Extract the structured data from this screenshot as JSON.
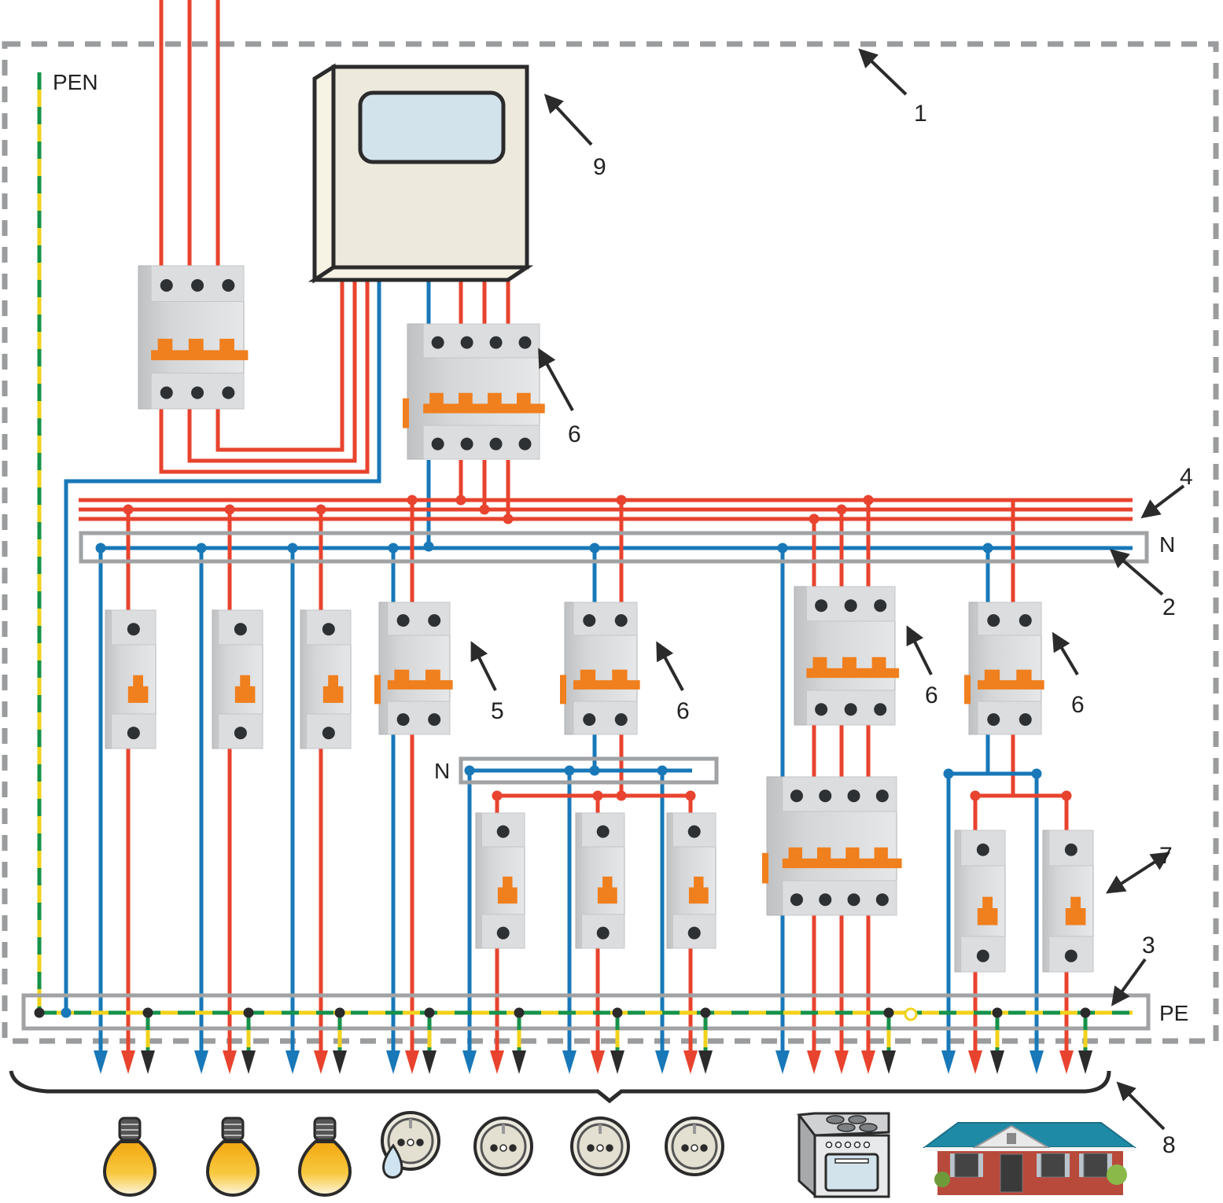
{
  "diagram": {
    "title": "Three-phase distribution board wiring with PEN split into N and PE",
    "labels": {
      "pen": "PEN",
      "n_bus_main": "N",
      "n_bus_sub": "N",
      "pe_bus": "PE"
    },
    "callouts": [
      {
        "id": "1",
        "text": "1",
        "target": "enclosure-border"
      },
      {
        "id": "2",
        "text": "2",
        "target": "neutral-bus-main"
      },
      {
        "id": "3",
        "text": "3",
        "target": "pe-bus"
      },
      {
        "id": "4",
        "text": "4",
        "target": "phase-busbars"
      },
      {
        "id": "5",
        "text": "5",
        "target": "rcd-2pole-socket"
      },
      {
        "id": "6a",
        "text": "6",
        "target": "rcd-4pole-main"
      },
      {
        "id": "6b",
        "text": "6",
        "target": "rcd-2pole-sockets-group"
      },
      {
        "id": "6c",
        "text": "6",
        "target": "rcd-3pole-stove"
      },
      {
        "id": "6d",
        "text": "6",
        "target": "rcd-2pole-house"
      },
      {
        "id": "7",
        "text": "7",
        "target": "mcb-1pole-house"
      },
      {
        "id": "8",
        "text": "8",
        "target": "loads-brace"
      },
      {
        "id": "9",
        "text": "9",
        "target": "energy-meter"
      }
    ],
    "colors": {
      "phase": "#e8432e",
      "neutral": "#1878b8",
      "pe_yellow": "#f2d21b",
      "pe_green": "#15924a",
      "bus_grey": "#a0a2a4",
      "breaker_body": "#d9dadb",
      "breaker_handle": "#f07f1e",
      "meter_body": "#ede9dc",
      "meter_window": "#d3e3ec",
      "enclosure_dash": "#9a9c9e",
      "roof": "#1f8aa6",
      "brick": "#b84a3c",
      "bulb": "#f6b91c"
    },
    "devices": [
      {
        "id": "main-breaker",
        "type": "MCB 3-pole"
      },
      {
        "id": "energy-meter",
        "type": "Electricity meter"
      },
      {
        "id": "rcd-main",
        "type": "RCD 4-pole"
      },
      {
        "id": "mcb-light-1",
        "type": "MCB 1-pole"
      },
      {
        "id": "mcb-light-2",
        "type": "MCB 1-pole"
      },
      {
        "id": "mcb-light-3",
        "type": "MCB 1-pole"
      },
      {
        "id": "rcd-bath",
        "type": "RCD 2-pole"
      },
      {
        "id": "rcd-sockets",
        "type": "RCD 2-pole"
      },
      {
        "id": "mcb-socket-1",
        "type": "MCB 1-pole"
      },
      {
        "id": "mcb-socket-2",
        "type": "MCB 1-pole"
      },
      {
        "id": "mcb-socket-3",
        "type": "MCB 1-pole"
      },
      {
        "id": "rcd-stove",
        "type": "RCD 3-pole"
      },
      {
        "id": "mcb-stove",
        "type": "MCB 4-pole"
      },
      {
        "id": "rcd-house",
        "type": "RCD 2-pole"
      },
      {
        "id": "mcb-house-1",
        "type": "MCB 1-pole"
      },
      {
        "id": "mcb-house-2",
        "type": "MCB 1-pole"
      }
    ],
    "loads": [
      {
        "id": "lamp-1",
        "icon": "light-bulb-icon"
      },
      {
        "id": "lamp-2",
        "icon": "light-bulb-icon"
      },
      {
        "id": "lamp-3",
        "icon": "light-bulb-icon"
      },
      {
        "id": "bath-socket",
        "icon": "waterproof-socket-icon"
      },
      {
        "id": "socket-1",
        "icon": "socket-icon"
      },
      {
        "id": "socket-2",
        "icon": "socket-icon"
      },
      {
        "id": "socket-3",
        "icon": "socket-icon"
      },
      {
        "id": "stove",
        "icon": "electric-stove-icon"
      },
      {
        "id": "house",
        "icon": "house-icon"
      }
    ]
  }
}
